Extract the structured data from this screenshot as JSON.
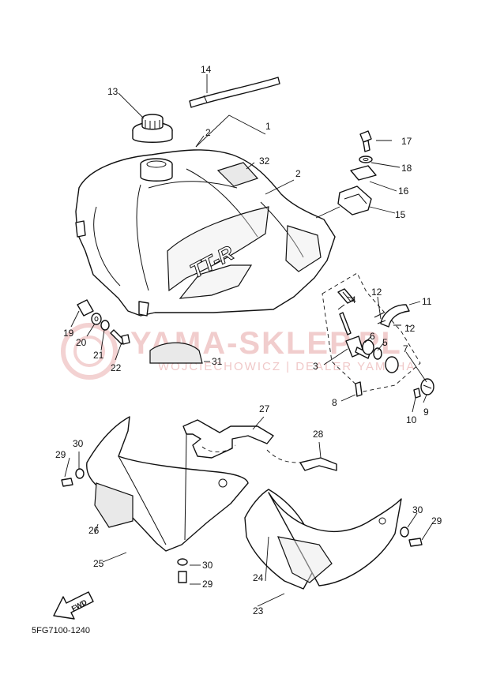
{
  "diagram_code": "5FG7100-1240",
  "fwd_label": "FWD",
  "watermark": {
    "title": "YAMA-SKLEP.PL",
    "subtitle": "WOJCIECHOWICZ | DEALER YAMAHA"
  },
  "tank_decal": "TT-R",
  "callouts": {
    "c1": "1",
    "c2a": "2",
    "c2b": "2",
    "c3": "3",
    "c4": "4",
    "c5": "5",
    "c6": "6",
    "c7": "7",
    "c8": "8",
    "c9": "9",
    "c10": "10",
    "c11": "11",
    "c12a": "12",
    "c12b": "12",
    "c13": "13",
    "c14": "14",
    "c15": "15",
    "c16": "16",
    "c17": "17",
    "c18": "18",
    "c19": "19",
    "c20": "20",
    "c21": "21",
    "c22": "22",
    "c23": "23",
    "c24": "24",
    "c25": "25",
    "c26": "26",
    "c27": "27",
    "c28": "28",
    "c29a": "29",
    "c29b": "29",
    "c29c": "29",
    "c30a": "30",
    "c30b": "30",
    "c30c": "30",
    "c31": "31",
    "c32": "32"
  }
}
